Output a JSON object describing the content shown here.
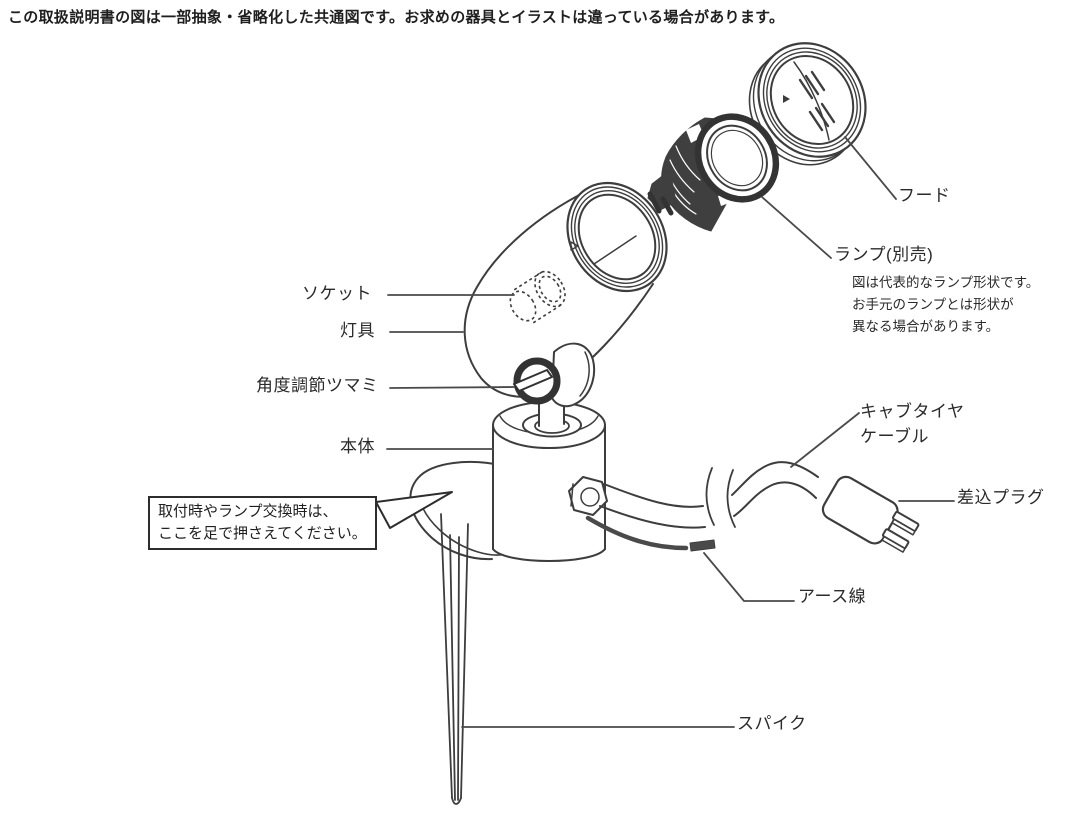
{
  "notice": "この取扱説明書の図は一部抽象・省略化した共通図です。お求めの器具とイラストは違っている場合があります。",
  "callout": {
    "line1": "取付時やランプ交換時は、",
    "line2": "ここを足で押さえてください。"
  },
  "labels": {
    "hood": "フード",
    "lamp": "ランプ(別売)",
    "lamp_note_1": "図は代表的なランプ形状です。",
    "lamp_note_2": "お手元のランプとは形状が",
    "lamp_note_3": "異なる場合があります。",
    "socket": "ソケット",
    "fixture": "灯具",
    "knob": "角度調節ツマミ",
    "body": "本体",
    "cable_line1": "キャブタイヤ",
    "cable_line2": "ケーブル",
    "plug": "差込プラグ",
    "earth_wire": "アース線",
    "spike": "スパイク"
  },
  "colors": {
    "line": "#3d3d3d",
    "dark_part": "#3f3f3f",
    "text": "#2a2a2a"
  }
}
